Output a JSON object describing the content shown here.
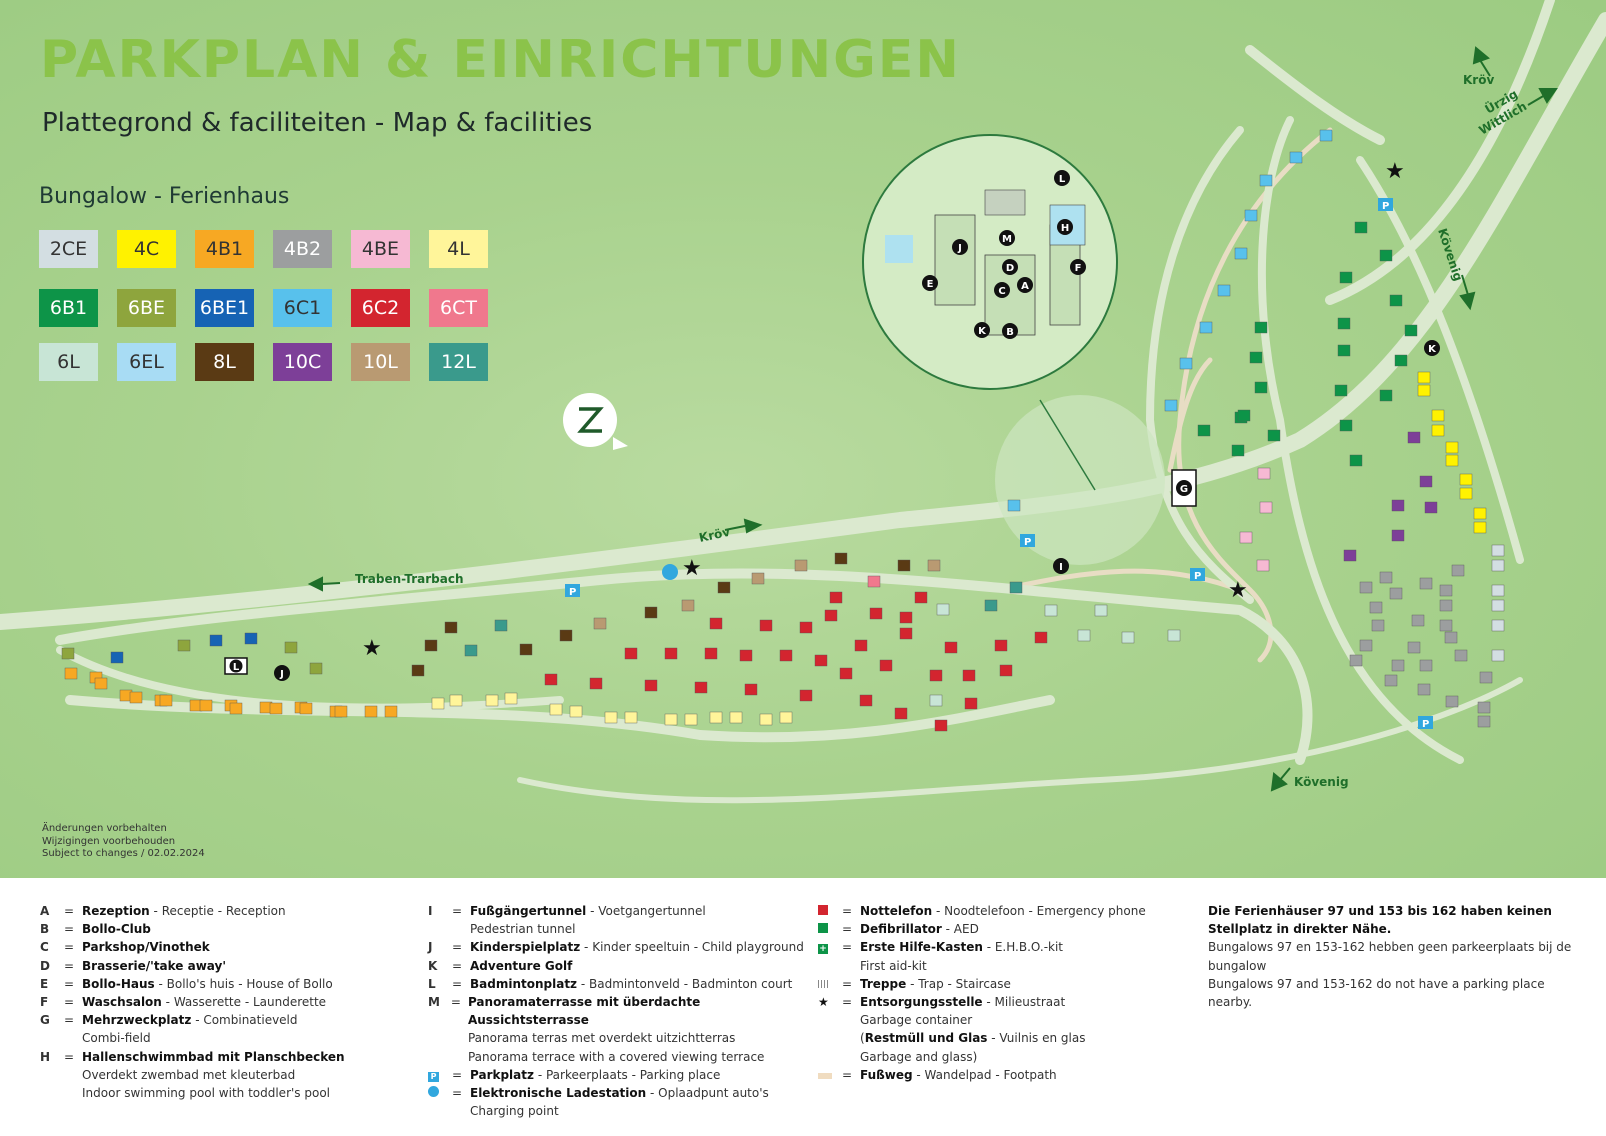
{
  "header": {
    "title": "PARKPLAN & EINRICHTUNGEN",
    "subtitle": "Plattegrond & faciliteiten - Map & facilities",
    "bungalow_heading": "Bungalow - Ferienhaus"
  },
  "bungalow_types": [
    {
      "code": "2CE",
      "color": "#d3dee2",
      "text": "#333333"
    },
    {
      "code": "4C",
      "color": "#fff200",
      "text": "#333333"
    },
    {
      "code": "4B1",
      "color": "#f7a823",
      "text": "#333333"
    },
    {
      "code": "4B2",
      "color": "#9c9e9f",
      "text": "#ffffff"
    },
    {
      "code": "4BE",
      "color": "#f6b9d3",
      "text": "#333333"
    },
    {
      "code": "4L",
      "color": "#fff59a",
      "text": "#333333"
    },
    {
      "code": "6B1",
      "color": "#0d9448",
      "text": "#ffffff"
    },
    {
      "code": "6BE",
      "color": "#8ea53d",
      "text": "#ffffff"
    },
    {
      "code": "6BE1",
      "color": "#1663b4",
      "text": "#ffffff"
    },
    {
      "code": "6C1",
      "color": "#58c1ec",
      "text": "#333333"
    },
    {
      "code": "6C2",
      "color": "#d3252f",
      "text": "#ffffff"
    },
    {
      "code": "6CT",
      "color": "#f0788d",
      "text": "#ffffff"
    },
    {
      "code": "6L",
      "color": "#c8e5d6",
      "text": "#333333"
    },
    {
      "code": "6EL",
      "color": "#a8dcf4",
      "text": "#333333"
    },
    {
      "code": "8L",
      "color": "#5a3a14",
      "text": "#ffffff"
    },
    {
      "code": "10C",
      "color": "#7d3f98",
      "text": "#ffffff"
    },
    {
      "code": "10L",
      "color": "#b99a72",
      "text": "#ffffff"
    },
    {
      "code": "12L",
      "color": "#3a9a8c",
      "text": "#ffffff"
    }
  ],
  "map": {
    "road_labels": {
      "traben": "Traben-Trarbach",
      "kroev_main": "Kröv",
      "kroev_top": "Kröv",
      "uerzig_1": "Ürzig",
      "uerzig_2": "Wittlich",
      "koevenig_right": "Kövenig",
      "koevenig_bottom": "Kövenig"
    },
    "facility_markers": [
      "A",
      "B",
      "C",
      "D",
      "E",
      "F",
      "G",
      "H",
      "I",
      "J",
      "K",
      "L",
      "M"
    ],
    "compass_icon": "north-arrow-icon",
    "colors": {
      "path": "#e8ddc4",
      "road": "#dbe9cf",
      "green_text": "#1f6f2a"
    }
  },
  "footnote": {
    "line1": "Änderungen vorbehalten",
    "line2": "Wijzigingen voorbehouden",
    "line3": "Subject to changes / 02.02.2024"
  },
  "legend": {
    "col1": [
      {
        "key": "A",
        "bold": "Rezeption",
        "rest": " - Receptie - Reception",
        "extra": []
      },
      {
        "key": "B",
        "bold": "Bollo-Club",
        "rest": "",
        "extra": []
      },
      {
        "key": "C",
        "bold": "Parkshop/Vinothek",
        "rest": "",
        "extra": []
      },
      {
        "key": "D",
        "bold": "Brasserie/'take away'",
        "rest": "",
        "extra": []
      },
      {
        "key": "E",
        "bold": "Bollo-Haus",
        "rest": " - Bollo's huis - House of Bollo",
        "extra": []
      },
      {
        "key": "F",
        "bold": "Waschsalon",
        "rest": " - Wasserette - Launderette",
        "extra": []
      },
      {
        "key": "G",
        "bold": "Mehrzweckplatz",
        "rest": " - Combinatieveld",
        "extra": [
          "Combi-field"
        ]
      },
      {
        "key": "H",
        "bold": "Hallenschwimmbad mit Planschbecken",
        "rest": "",
        "extra": [
          "Overdekt zwembad met kleuterbad",
          "Indoor swimming pool with toddler's pool"
        ]
      }
    ],
    "col2": [
      {
        "key": "I",
        "bold": "Fußgängertunnel",
        "rest": " - Voetgangertunnel",
        "extra": [
          "Pedestrian tunnel"
        ]
      },
      {
        "key": "J",
        "bold": "Kinderspielplatz",
        "rest": " - Kinder speeltuin - Child playground",
        "extra": []
      },
      {
        "key": "K",
        "bold": "Adventure Golf",
        "rest": "",
        "extra": []
      },
      {
        "key": "L",
        "bold": "Badmintonplatz",
        "rest": " - Badmintonveld - Badminton court",
        "extra": []
      },
      {
        "key": "M",
        "bold": "Panoramaterrasse mit überdachte Aussichtsterrasse",
        "rest": "",
        "extra": [
          "Panorama terras met overdekt uitzichtterras",
          "Panorama terrace with a covered viewing terrace"
        ]
      },
      {
        "key": "P",
        "icon": "parking-icon",
        "bold": "Parkplatz",
        "rest": " - Parkeerplaats - Parking place",
        "extra": []
      },
      {
        "key": "EV",
        "icon": "charging-icon",
        "bold": "Elektronische Ladestation",
        "rest": " - Oplaadpunt auto's",
        "extra": [
          "Charging point"
        ]
      }
    ],
    "col3": [
      {
        "icon": "phone-icon",
        "bold": "Nottelefon",
        "rest": " - Noodtelefoon - Emergency phone",
        "extra": []
      },
      {
        "icon": "aed-icon",
        "bold": "Defibrillator",
        "rest": " - AED",
        "extra": []
      },
      {
        "icon": "first-aid-icon",
        "bold": "Erste Hilfe-Kasten",
        "rest": " - E.H.B.O.-kit",
        "extra": [
          "First aid-kit"
        ]
      },
      {
        "icon": "stairs-icon",
        "bold": "Treppe",
        "rest": " - Trap - Staircase",
        "extra": []
      },
      {
        "icon": "star-icon",
        "bold": "Entsorgungsstelle",
        "rest": " - Milieustraat",
        "extra": [
          "Garbage container"
        ]
      },
      {
        "icon": "",
        "bold": "",
        "rest": "",
        "extra_bold": "Restmüll und Glas",
        "extra_rest": " - Vuilnis en glas",
        "extra": [
          "Garbage and glass)"
        ]
      },
      {
        "icon": "footpath-icon",
        "bold": "Fußweg",
        "rest": " - Wandelpad - Footpath",
        "extra": []
      }
    ],
    "equals": "=",
    "note": {
      "bold": "Die Ferienhäuser 97 und 153 bis 162 haben keinen Stellplatz in direkter Nähe.",
      "nl": "Bungalows 97 en 153-162 hebben geen parkeerplaats bij de bungalow",
      "en": "Bungalows 97 and 153-162 do not have a parking place nearby."
    }
  }
}
